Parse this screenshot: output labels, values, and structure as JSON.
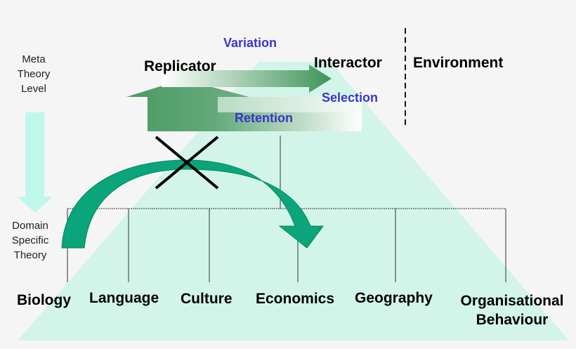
{
  "side_labels": {
    "top": [
      "Meta",
      "Theory",
      "Level"
    ],
    "bottom": [
      "Domain",
      "Specific",
      "Theory"
    ]
  },
  "meta": {
    "replicator": "Replicator",
    "interactor": "Interactor",
    "environment": "Environment",
    "variation": "Variation",
    "selection": "Selection",
    "retention": "Retention"
  },
  "domains": [
    "Biology",
    "Language",
    "Culture",
    "Economics",
    "Geography",
    "Organisational Behaviour"
  ],
  "domain_lines": {
    "org1": "Organisational",
    "org2": "Behaviour"
  },
  "colors": {
    "pyramid": "#d3f5e9",
    "level_arrow": "#bff7ea",
    "curve_arrow": "#0aa57a",
    "meta_arrow": "#3f9a5a",
    "process_text": "#3a35c8"
  }
}
